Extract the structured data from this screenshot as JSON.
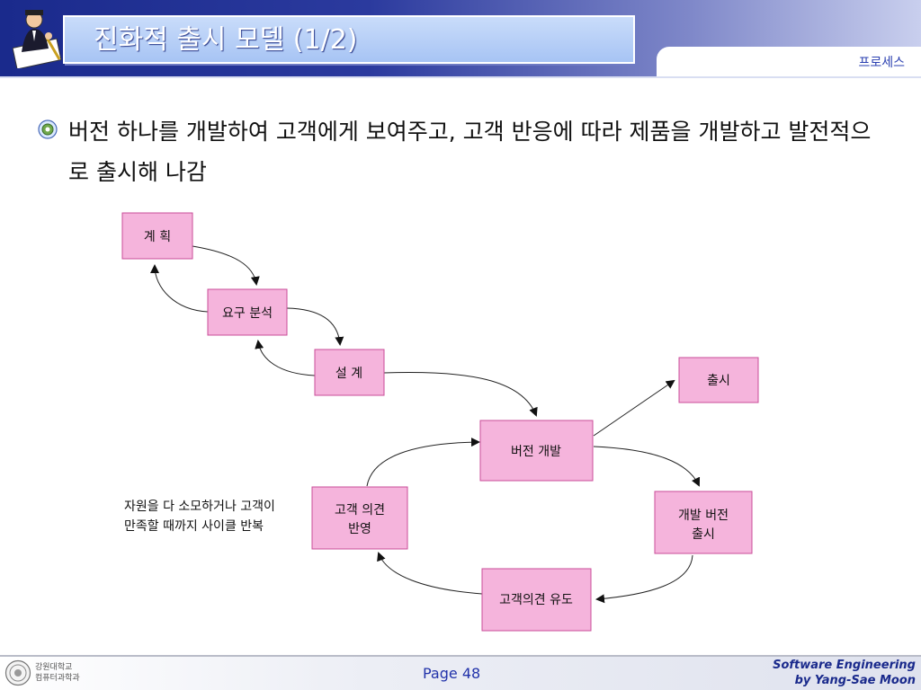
{
  "header": {
    "title": "진화적 출시 모델 (1/2)",
    "section": "프로세스"
  },
  "body": {
    "bullet": "버전 하나를 개발하여 고객에게 보여주고, 고객 반응에 따라 제품을 개발하고 발전적으로 출시해 나감"
  },
  "diagram": {
    "nodes": {
      "plan": "계 획",
      "req": "요구 분석",
      "design": "설 계",
      "dev": "버전 개발",
      "release": "출시",
      "devrelease_l1": "개발 버전",
      "devrelease_l2": "출시",
      "feedback": "고객의견 유도",
      "reflect_l1": "고객 의견",
      "reflect_l2": "반영"
    },
    "note_l1": "자원을 다 소모하거나 고객이",
    "note_l2": "만족할 때까지 사이클 반복"
  },
  "footer": {
    "university_l1": "강원대학교",
    "university_l2": "컴퓨터과학과",
    "page": "Page 48",
    "credit_l1": "Software Engineering",
    "credit_l2": "by Yang-Sae Moon"
  },
  "colors": {
    "node_fill": "#f5b4dc",
    "node_stroke": "#c94c98",
    "header_blue": "#1a2a8c"
  }
}
